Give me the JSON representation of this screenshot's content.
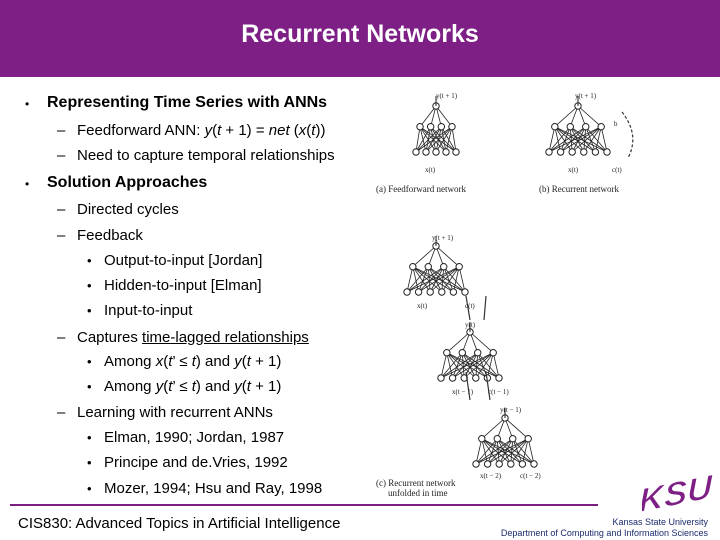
{
  "slide": {
    "title": "Recurrent Networks",
    "bullets": [
      {
        "marker": "•",
        "text": "Representing Time Series with ANNs"
      },
      {
        "marker": "•",
        "text": "Solution Approaches"
      }
    ],
    "dash_marker": "–",
    "dot_marker": "•",
    "sub": {
      "feedforward_pre": "Feedforward ANN: ",
      "feedforward_y": "y",
      "feedforward_mid1": "(",
      "feedforward_t": "t",
      "feedforward_mid2": " + 1) = ",
      "feedforward_net": "net",
      "feedforward_mid3": " (",
      "feedforward_x": "x",
      "feedforward_paren": "(",
      "feedforward_t2": "t",
      "feedforward_end": "))",
      "temporal": "Need to capture temporal relationships",
      "directed": "Directed cycles",
      "feedback": "Feedback",
      "captures_pre": "Captures ",
      "captures_u": "time-lagged relationships",
      "learning": "Learning with recurrent ANNs"
    },
    "feedback_items": [
      "Output-to-input [Jordan]",
      "Hidden-to-input [Elman]",
      "Input-to-input"
    ],
    "among1": {
      "pre": "Among ",
      "x": "x",
      "a": "(",
      "t1": "t",
      "b": "’ ≤ ",
      "t2": "t",
      "c": ") and ",
      "y": "y",
      "d": "(",
      "t3": "t",
      "e": " + 1)"
    },
    "among2": {
      "pre": "Among ",
      "y": "y",
      "a": "(",
      "t1": "t",
      "b": "’ ≤ ",
      "t2": "t",
      "c": ") and ",
      "y2": "y",
      "d": "(",
      "t3": "t",
      "e": " + 1)"
    },
    "refs": [
      "Elman, 1990; Jordan, 1987",
      "Principe and de.Vries, 1992",
      "Mozer, 1994; Hsu and Ray, 1998"
    ]
  },
  "diagram": {
    "cap_a": "(a) Feedforward network",
    "cap_b": "(b) Recurrent network",
    "cap_c1": "(c) Recurrent network",
    "cap_c2": "unfolded in time",
    "labels": {
      "a_top": "y(t + 1)",
      "a_bottom": "x(t)",
      "b_top": "y(t + 1)",
      "b_bottom_x": "x(t)",
      "b_bottom_c": "c(t)",
      "b_b": "b",
      "c1_top": "y(t + 1)",
      "c1_x": "x(t)",
      "c1_c": "c(t)",
      "c2_top": "y(t)",
      "c2_x": "x(t − 1)",
      "c2_c": "c(t − 1)",
      "c3_top": "y(t − 1)",
      "c3_x": "x(t − 2)",
      "c3_c": "c(t − 2)"
    }
  },
  "footer": {
    "course": "CIS830: Advanced Topics in Artificial Intelligence",
    "logo": "KSU",
    "university": "Kansas State University",
    "dept": "Department of Computing and Information Sciences"
  },
  "colors": {
    "title_bar": "#7d1f85",
    "logo": "#7d1f85",
    "footer_text": "#1a2a6c"
  }
}
